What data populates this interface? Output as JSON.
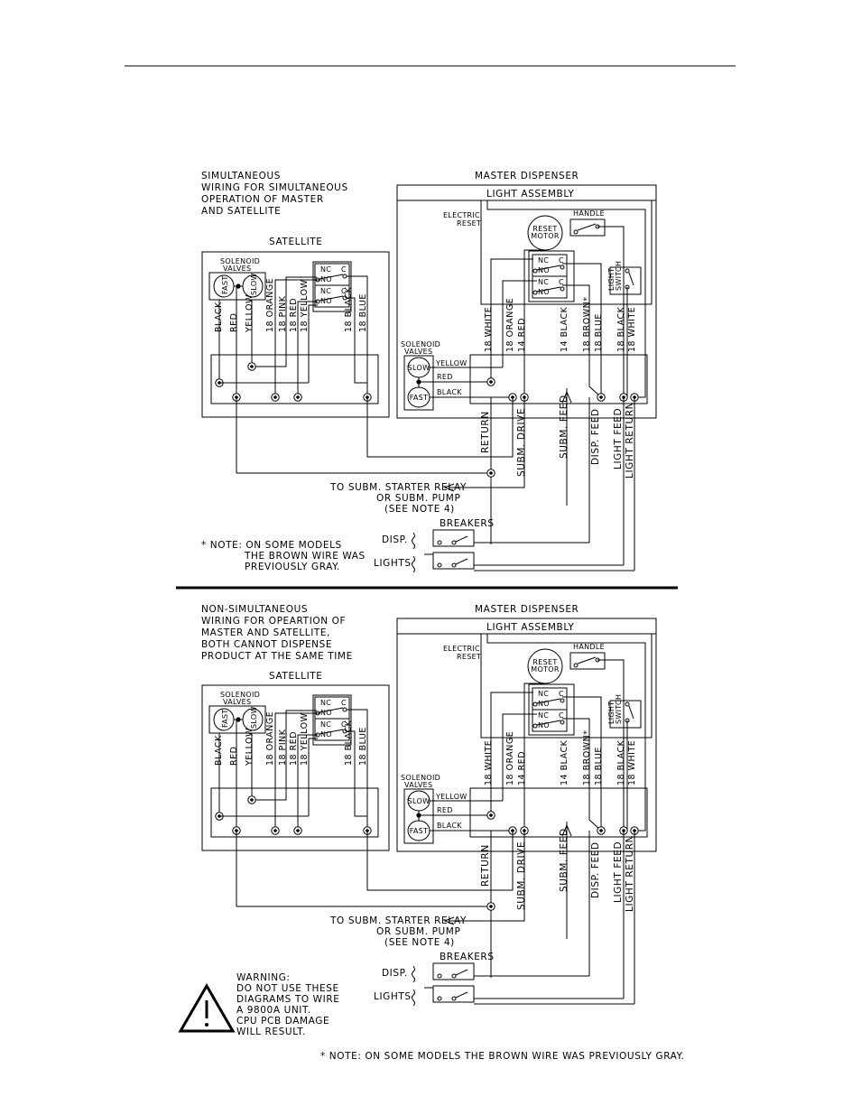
{
  "top": {
    "title_lines": [
      "SIMULTANEOUS",
      "WIRING FOR SIMULTANEOUS",
      "OPERATION OF MASTER",
      "AND SATELLITE"
    ],
    "satellite": "SATELLITE",
    "master": "MASTER DISPENSER",
    "light_assembly": "LIGHT ASSEMBLY",
    "electric_reset": [
      "ELECTRIC",
      "RESET"
    ],
    "reset_motor": [
      "RESET",
      "MOTOR"
    ],
    "handle": "HANDLE",
    "light_switch": [
      "LIGHT",
      "SWITCH"
    ],
    "solenoid_valves": [
      "SOLENOID",
      "VALVES"
    ],
    "fast": "FAST",
    "slow": "SLOW",
    "nc": "NC",
    "no": "NO",
    "c": "C",
    "sat_wires": [
      "BLACK",
      "RED",
      "YELLOW",
      "18 ORANGE",
      "18 PINK",
      "18 RED",
      "18 YELLOW",
      "18 BLACK",
      "18 BLUE"
    ],
    "master_wires": [
      "18 WHITE",
      "18 ORANGE",
      "14 RED",
      "14 BLACK",
      "18 BROWN*",
      "18 BLUE",
      "18 BLACK",
      "18 WHITE"
    ],
    "ms_sol_wires": [
      "YELLOW",
      "RED",
      "BLACK"
    ],
    "bottom_labels": [
      "RETURN",
      "SUBM. DRIVE",
      "SUBM. FEED",
      "DISP. FEED",
      "LIGHT FEED",
      "LIGHT RETURN"
    ],
    "starter": [
      "TO SUBM. STARTER RELAY",
      "OR SUBM. PUMP",
      "(SEE NOTE 4)"
    ],
    "breakers": "BREAKERS",
    "disp": "DISP.",
    "lights": "LIGHTS",
    "note": [
      "* NOTE: ON SOME MODELS",
      "THE BROWN WIRE WAS",
      "PREVIOUSLY GRAY."
    ]
  },
  "bottom": {
    "title_lines": [
      "NON-SIMULTANEOUS",
      "WIRING FOR OPEARTION OF",
      "MASTER AND SATELLITE,",
      "BOTH CANNOT DISPENSE",
      "PRODUCT AT THE SAME TIME"
    ],
    "satellite": "SATELLITE",
    "master": "MASTER DISPENSER",
    "light_assembly": "LIGHT ASSEMBLY",
    "electric_reset": [
      "ELECTRIC",
      "RESET"
    ],
    "reset_motor": [
      "RESET",
      "MOTOR"
    ],
    "handle": "HANDLE",
    "light_switch": [
      "LIGHT",
      "SWITCH"
    ],
    "solenoid_valves": [
      "SOLENOID",
      "VALVES"
    ],
    "fast": "FAST",
    "slow": "SLOW",
    "nc": "NC",
    "no": "NO",
    "c": "C",
    "sat_wires": [
      "BLACK",
      "RED",
      "YELLOW",
      "18 ORANGE",
      "18 PINK",
      "18 RED",
      "18 YELLOW",
      "18 BLACK",
      "18 BLUE"
    ],
    "master_wires": [
      "18 WHITE",
      "18 ORANGE",
      "14 RED",
      "14 BLACK",
      "18 BROWN*",
      "18 BLUE",
      "18 BLACK",
      "18 WHITE"
    ],
    "ms_sol_wires": [
      "YELLOW",
      "RED",
      "BLACK"
    ],
    "bottom_labels": [
      "RETURN",
      "SUBM. DRIVE",
      "SUBM. FEED",
      "DISP. FEED",
      "LIGHT FEED",
      "LIGHT RETURN"
    ],
    "starter": [
      "TO SUBM. STARTER RELAY",
      "OR SUBM. PUMP",
      "(SEE NOTE 4)"
    ],
    "breakers": "BREAKERS",
    "disp": "DISP.",
    "lights": "LIGHTS",
    "warning": [
      "WARNING:",
      "DO NOT USE THESE",
      "DIAGRAMS TO WIRE",
      "A 9800A UNIT.",
      "CPU PCB DAMAGE",
      "WILL RESULT."
    ],
    "note": "* NOTE: ON SOME MODELS THE BROWN WIRE WAS PREVIOUSLY GRAY."
  }
}
